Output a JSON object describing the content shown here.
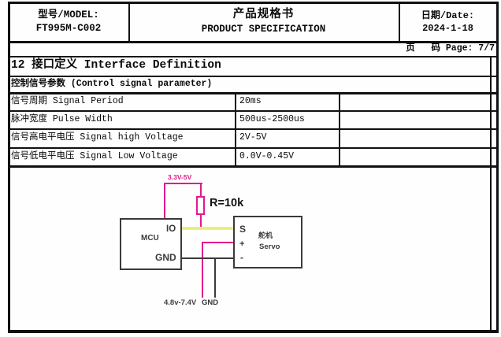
{
  "header": {
    "model_label": "型号/MODEL:",
    "model_value": "FT995M-C002",
    "title_cn": "产品规格书",
    "title_en": "PRODUCT SPECIFICATION",
    "date_label": "日期/Date:",
    "date_value": "2024-1-18"
  },
  "page_info": {
    "text": "页   码 Page: 7/7"
  },
  "section": {
    "title": "12 接口定义 Interface Definition"
  },
  "control_params": {
    "title": "控制信号参数 (Control signal parameter)",
    "rows": [
      {
        "label": "信号周期 Signal Period",
        "value": "20ms",
        "note": ""
      },
      {
        "label": "脉冲宽度 Pulse Width",
        "value": "500us-2500us",
        "note": ""
      },
      {
        "label": "信号高电平电压 Signal high Voltage",
        "value": "2V-5V",
        "note": ""
      },
      {
        "label": "信号低电平电压 Signal Low Voltage",
        "value": "0.0V-0.45V",
        "note": ""
      }
    ]
  },
  "diagram": {
    "supply_label": "3.3V-5V",
    "resistor_label": "R=10k",
    "mcu": {
      "name": "MCU",
      "pin_io": "IO",
      "pin_gnd": "GND"
    },
    "servo": {
      "name_cn": "舵机",
      "name_en": "Servo",
      "pin_s": "S",
      "pin_plus": "+",
      "pin_minus": "-"
    },
    "bottom_labels": {
      "power": "4.8v-7.4V",
      "gnd": "GND"
    },
    "colors": {
      "power_wire": "#e21a8d",
      "signal_wire": "#eaef7b",
      "ground_wire": "#3a3a3a",
      "box_border": "#3a3a3a"
    }
  }
}
